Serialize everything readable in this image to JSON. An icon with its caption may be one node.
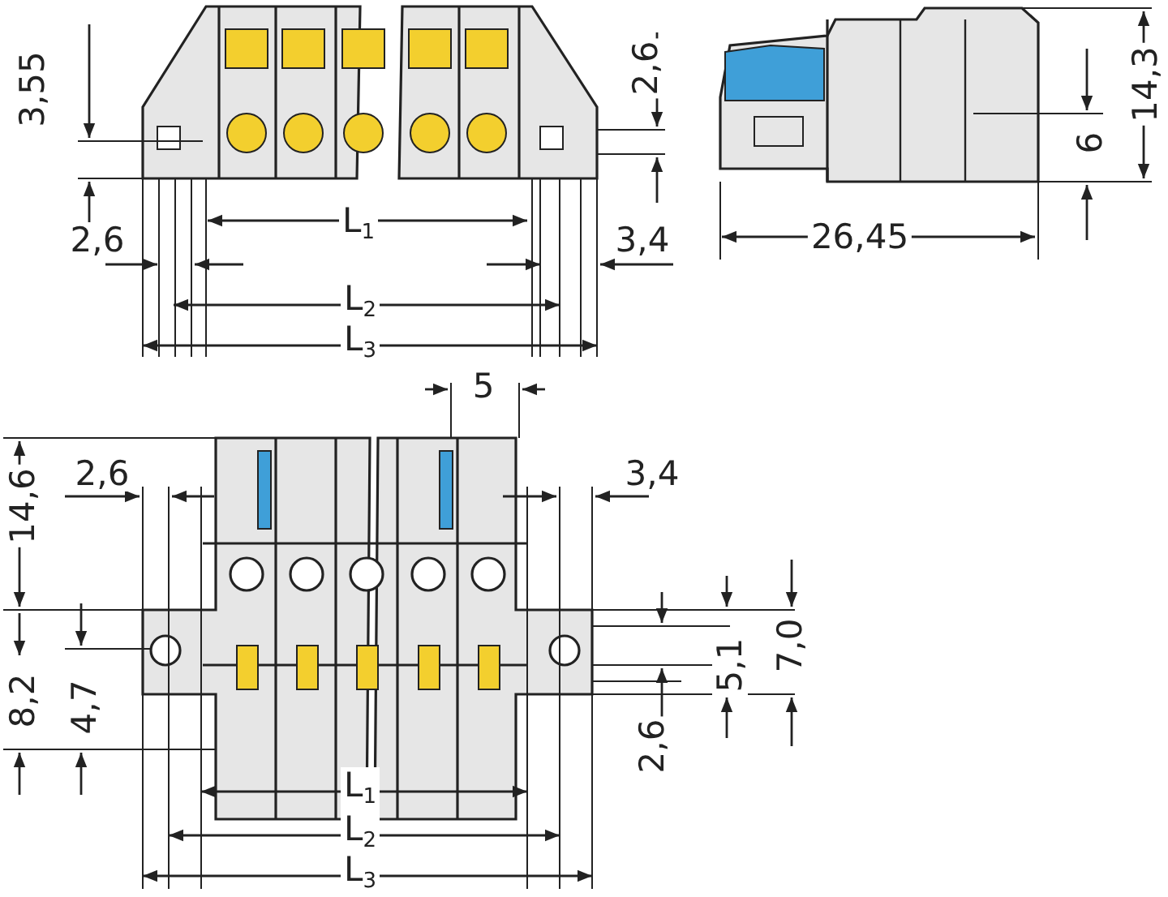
{
  "diagram": {
    "labels": [
      "3,55",
      "2,6",
      "14,3",
      "2,6",
      "L$_{1}$",
      "3,4",
      "6",
      "26,45",
      "L$_{2}$",
      "L$_{3}$",
      "5",
      "2,6",
      "3,4",
      "14,6",
      "7,0",
      "5,1",
      "8,2",
      "4,7",
      "2,6",
      "L$_{1}$",
      "L$_{2}$",
      "L$_{3}$"
    ]
  }
}
